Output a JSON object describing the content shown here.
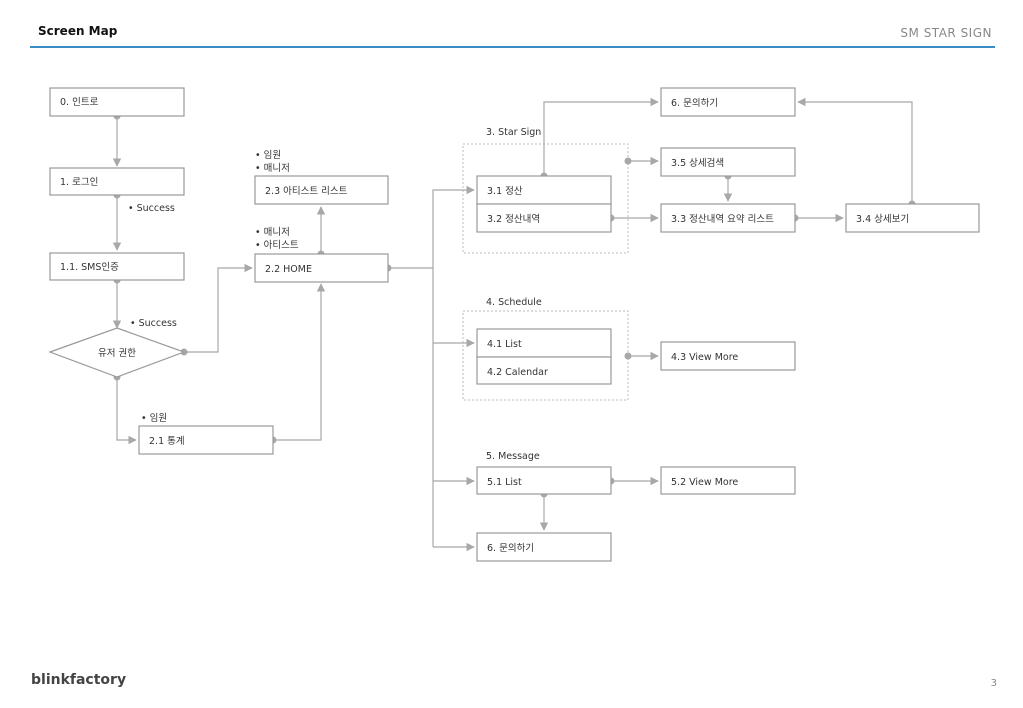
{
  "header": {
    "title": "Screen Map",
    "brand": "SM STAR SIGN"
  },
  "footer": {
    "logo": "blinkfactory",
    "page_number": "3"
  },
  "nodes": {
    "intro": "0. 인트로",
    "login": "1. 로그인",
    "sms": "1.1. SMS인증",
    "user_role": "유저 권한",
    "stats": "2.1 통계",
    "home": "2.2 HOME",
    "artist_list": "2.3 아티스트 리스트",
    "settlement": "3.1 정산",
    "settlement_history": "3.2 정산내역",
    "summary_list": "3.3 정산내역 요약 리스트",
    "detail_view": "3.4 상세보기",
    "detail_search": "3.5 상세검색",
    "inquiry_top": "6. 문의하기",
    "schedule_list": "4.1 List",
    "schedule_calendar": "4.2 Calendar",
    "schedule_more": "4.3 View More",
    "message_list": "5.1 List",
    "message_more": "5.2 View More",
    "inquiry_bottom": "6. 문의하기"
  },
  "groups": {
    "star_sign": "3. Star Sign",
    "schedule": "4. Schedule",
    "message": "5. Message"
  },
  "annotations": {
    "login_success": "• Success",
    "sms_success": "• Success",
    "stats_role": "• 임원",
    "artist_list_role_1": "• 임원",
    "artist_list_role_2": "• 매니저",
    "home_role_1": "• 매니저",
    "home_role_2": "• 아티스트"
  }
}
